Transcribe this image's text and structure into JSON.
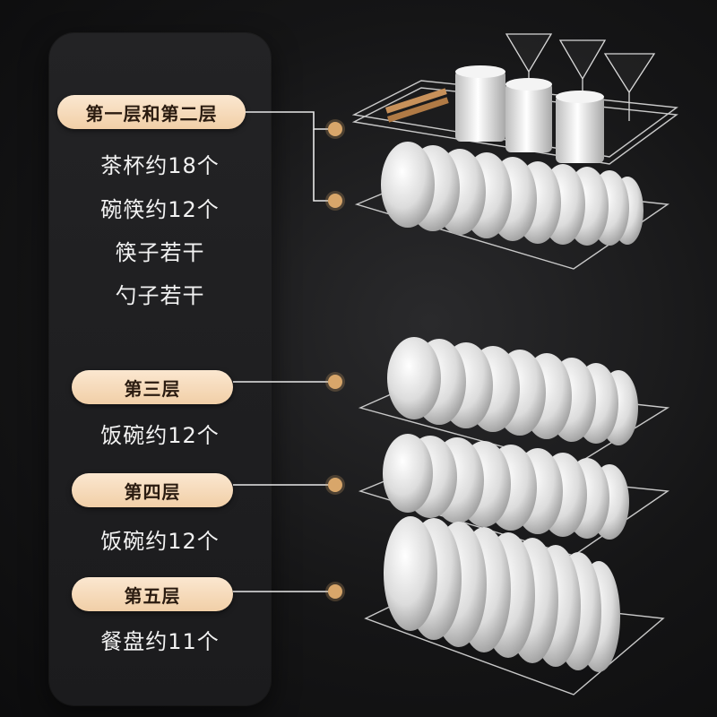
{
  "panel": {
    "layers": [
      {
        "label": "第一层和第二层",
        "items": [
          "茶杯约18个",
          "碗筷约12个",
          "筷子若干",
          "勺子若干"
        ]
      },
      {
        "label": "第三层",
        "items": [
          "饭碗约12个"
        ]
      },
      {
        "label": "第四层",
        "items": [
          "饭碗约12个"
        ]
      },
      {
        "label": "第五层",
        "items": [
          "餐盘约11个"
        ]
      }
    ]
  },
  "colors": {
    "accent": "#d8a66a",
    "pill_bg": "#f1cfa7",
    "pill_text": "#2a1b10",
    "text": "#f2f2f2",
    "background": "#151516"
  },
  "icons": {
    "marker": "dot-icon"
  }
}
